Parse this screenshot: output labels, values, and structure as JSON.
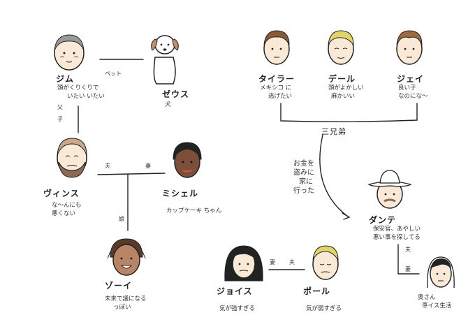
{
  "people": {
    "jim": {
      "name": "ジム",
      "note_lines": [
        "頭がくりくりで",
        "いたい いたい"
      ]
    },
    "zeus": {
      "name": "ゼウス",
      "note_lines": [
        "犬"
      ]
    },
    "tyler": {
      "name": "タイラー",
      "note_lines": [
        "メキシコ に",
        "逃げたい"
      ]
    },
    "dale": {
      "name": "デール",
      "note_lines": [
        "頭がよかしい",
        "麻かいい"
      ]
    },
    "jay": {
      "name": "ジェイ",
      "note_lines": [
        "良い子",
        "なのにな〜"
      ]
    },
    "vince": {
      "name": "ヴィンス",
      "note_lines": [
        "な〜んにも",
        "悪くない"
      ]
    },
    "michelle": {
      "name": "ミシェル",
      "note_lines": [
        "カップケーキ ちゃん"
      ]
    },
    "zoe": {
      "name": "ゾーイ",
      "note_lines": [
        "未来で議になる",
        "っぽい"
      ]
    },
    "dante": {
      "name": "ダンテ",
      "note_lines": [
        "保安官、あやしい",
        "悪い事を探してる"
      ]
    },
    "joyce": {
      "name": "ジョイス",
      "note_lines": [
        "気が強すぎる"
      ]
    },
    "paul": {
      "name": "ポール",
      "note_lines": [
        "気が弱すぎる"
      ]
    },
    "dante_wife": {
      "name": "",
      "note_lines": [
        "奥さん",
        "車イス生活"
      ]
    }
  },
  "relations": {
    "pet": "ペット",
    "father": "父",
    "son": "子",
    "husband": "夫",
    "wife": "妻",
    "daughter": "娘",
    "brothers": "三兄弟",
    "went_to_steal": [
      "お金を",
      "盗みに",
      "家に",
      "行った"
    ],
    "joyce_paul_wife": "妻",
    "joyce_paul_husband": "夫",
    "dante_husband": "夫",
    "dante_wife": "妻"
  },
  "colors": {
    "ink": "#222222",
    "skin_light": "#fbe9d7",
    "skin_dark": "#7b4f3a",
    "skin_mid": "#b98466",
    "hair_gray": "#9a9a9a",
    "hair_brown": "#8a5a38",
    "hair_blond": "#e2d36a",
    "hair_black": "#222222",
    "dog_ear": "#c98a66",
    "beard": "#8a6a52",
    "lips": "#d9534f"
  }
}
